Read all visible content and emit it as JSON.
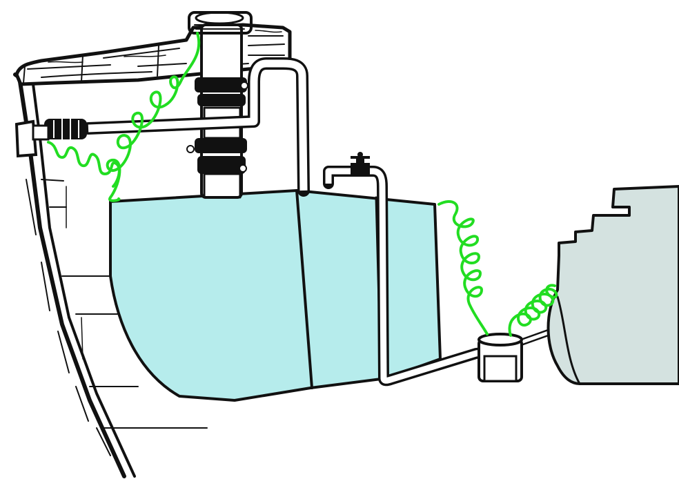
{
  "colors": {
    "background": "#ffffff",
    "ink": "#111111",
    "fuel_tank": "#b6ecec",
    "engine": "#d4e2e0",
    "ground_wires": "#22dd22"
  },
  "components": [
    {
      "id": "deck-fill-fitting",
      "icon": "fill-cap-icon"
    },
    {
      "id": "fill-hose-clamps",
      "icon": "hose-clamp-icon"
    },
    {
      "id": "fuel-tank",
      "icon": "tank-icon"
    },
    {
      "id": "vent-line",
      "icon": "pipe-icon"
    },
    {
      "id": "fuel-shutoff-valve",
      "icon": "valve-icon"
    },
    {
      "id": "fuel-filter",
      "icon": "filter-icon"
    },
    {
      "id": "engine",
      "icon": "engine-icon"
    },
    {
      "id": "through-hull-vent",
      "icon": "vent-fitting-icon"
    },
    {
      "id": "bonding-wires",
      "icon": "coiled-wire-icon"
    }
  ]
}
